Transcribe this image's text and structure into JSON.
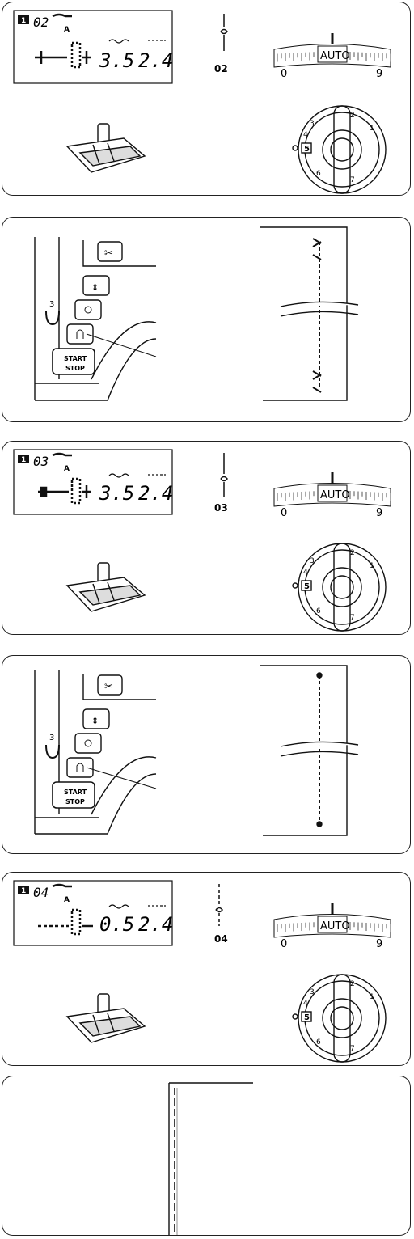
{
  "panels": [
    {
      "kind": "settings",
      "lcd": {
        "pattern": "02",
        "foot": "A",
        "width": "3.5",
        "length": "2.4"
      },
      "stitch_label": "02",
      "tension": {
        "label": "AUTO",
        "scale_min": "0",
        "scale_max": "9"
      },
      "dial": {
        "numbers": [
          "1",
          "2",
          "3",
          "4",
          "5",
          "6",
          "7"
        ],
        "selected": "5"
      }
    },
    {
      "kind": "buttons",
      "reverse_number": "3",
      "start_stop": [
        "START",
        "STOP"
      ],
      "buttons": [
        "scissors-button",
        "needle-up-down-button",
        "lock-stitch-button",
        "reverse-button",
        "start-stop-button"
      ]
    },
    {
      "kind": "settings",
      "lcd": {
        "pattern": "03",
        "foot": "A",
        "width": "3.5",
        "length": "2.4"
      },
      "stitch_label": "03",
      "tension": {
        "label": "AUTO",
        "scale_min": "0",
        "scale_max": "9"
      },
      "dial": {
        "numbers": [
          "1",
          "2",
          "3",
          "4",
          "5",
          "6",
          "7"
        ],
        "selected": "5"
      }
    },
    {
      "kind": "buttons",
      "reverse_number": "3",
      "start_stop": [
        "START",
        "STOP"
      ],
      "buttons": [
        "scissors-button",
        "needle-up-down-button",
        "lock-stitch-button",
        "reverse-button",
        "start-stop-button"
      ]
    },
    {
      "kind": "settings",
      "lcd": {
        "pattern": "04",
        "foot": "A",
        "width": "0.5",
        "length": "2.4"
      },
      "stitch_label": "04",
      "tension": {
        "label": "AUTO",
        "scale_min": "0",
        "scale_max": "9"
      },
      "dial": {
        "numbers": [
          "1",
          "2",
          "3",
          "4",
          "5",
          "6",
          "7"
        ],
        "selected": "5"
      }
    },
    {
      "kind": "seam"
    }
  ]
}
